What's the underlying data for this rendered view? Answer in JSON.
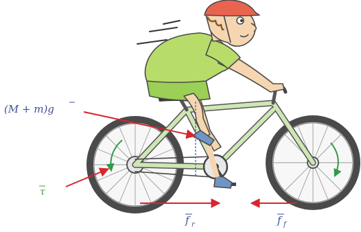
{
  "labels": {
    "weight": "(M + m)g",
    "torque": "τ",
    "rear_friction": "f",
    "rear_friction_sub": "r",
    "front_friction": "f",
    "front_friction_sub": "f"
  },
  "colors": {
    "force_arrow": "#d8252f",
    "weight_label": "#3e4f92",
    "torque_label": "#3a9b3a",
    "torque_arc": "#2f9a47",
    "friction_label": "#3e4f92",
    "frame": "#cfe6b5",
    "frame_outline": "#555555",
    "shirt": "#b8dc6a",
    "shorts": "#9ccf55",
    "helmet": "#e9644f",
    "skin": "#f6d6b0",
    "tire": "#4a4a4a",
    "rim_fill": "#f2f2f2",
    "shoe": "#6f95c6",
    "vertical_line": "#3a5bb0"
  },
  "icons": [
    "cyclist",
    "bicycle",
    "speed-lines-icon",
    "torque-arc-icon",
    "force-arrow-icon"
  ]
}
